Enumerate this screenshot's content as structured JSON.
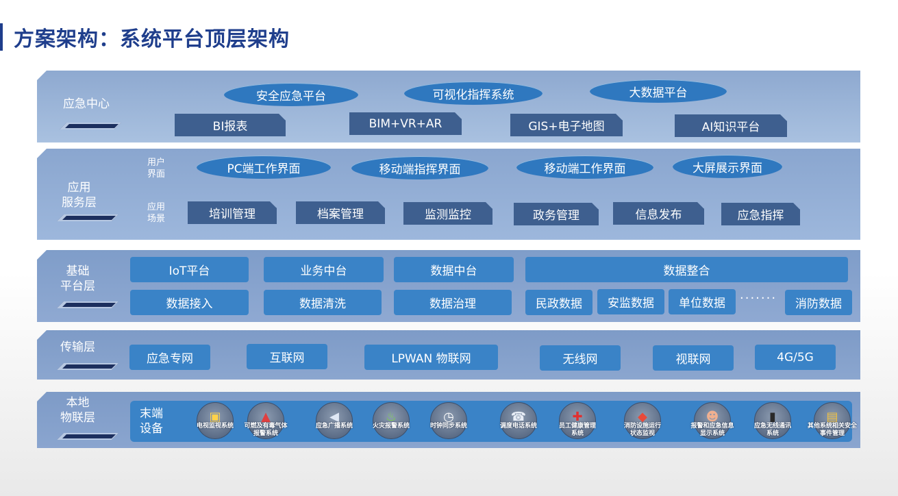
{
  "title": "方案架构：系统平台顶层架构",
  "layers": {
    "emergency_center": {
      "name": "应急中心",
      "platforms": [
        "安全应急平台",
        "可视化指挥系统",
        "大数据平台"
      ],
      "modules": [
        "BI报表",
        "BIM+VR+AR",
        "GIS+电子地图",
        "AI知识平台"
      ]
    },
    "application": {
      "name_line1": "应用",
      "name_line2": "服务层",
      "ui_label_1": "用户",
      "ui_label_2": "界面",
      "scene_label_1": "应用",
      "scene_label_2": "场景",
      "interfaces": [
        "PC端工作界面",
        "移动端指挥界面",
        "移动端工作界面",
        "大屏展示界面"
      ],
      "scenes": [
        "培训管理",
        "档案管理",
        "监测监控",
        "政务管理",
        "信息发布",
        "应急指挥"
      ]
    },
    "foundation": {
      "name_line1": "基础",
      "name_line2": "平台层",
      "top": [
        "IoT平台",
        "业务中台",
        "数据中台",
        "数据整合"
      ],
      "bottom": [
        "数据接入",
        "数据清洗",
        "数据治理"
      ],
      "data_sources": [
        "民政数据",
        "安监数据",
        "单位数据",
        "消防数据"
      ],
      "ellipsis": "·······"
    },
    "transport": {
      "name": "传输层",
      "networks": [
        "应急专网",
        "互联网",
        "LPWAN 物联网",
        "无线网",
        "视联网",
        "4G/5G"
      ]
    },
    "iot": {
      "name_line1": "本地",
      "name_line2": "物联层",
      "panel_line1": "末端",
      "panel_line2": "设备",
      "devices": [
        {
          "icon": "tv-monitor-icon",
          "glyph": "▣",
          "line1": "电视监视系统",
          "line2": ""
        },
        {
          "icon": "gas-alarm-icon",
          "glyph": "▲",
          "line1": "可燃及有毒气体",
          "line2": "报警系统"
        },
        {
          "icon": "broadcast-speaker-icon",
          "glyph": "◀",
          "line1": "应急广播系统",
          "line2": ""
        },
        {
          "icon": "fire-alarm-icon",
          "glyph": "♨",
          "line1": "火灾报警系统",
          "line2": ""
        },
        {
          "icon": "clock-icon",
          "glyph": "◷",
          "line1": "时钟同步系统",
          "line2": ""
        },
        {
          "icon": "phone-icon",
          "glyph": "☎",
          "line1": "调度电话系统",
          "line2": ""
        },
        {
          "icon": "health-kit-icon",
          "glyph": "✚",
          "line1": "员工健康管理",
          "line2": "系统"
        },
        {
          "icon": "fire-extinguisher-icon",
          "glyph": "◆",
          "line1": "消防设施运行",
          "line2": "状态监视"
        },
        {
          "icon": "alert-people-icon",
          "glyph": "☻",
          "line1": "报警和应急信息",
          "line2": "显示系统"
        },
        {
          "icon": "radio-icon",
          "glyph": "▮",
          "line1": "应急无线通讯",
          "line2": "系统"
        },
        {
          "icon": "folder-icon",
          "glyph": "▤",
          "line1": "其他系统相关安全",
          "line2": "事件管理"
        }
      ]
    }
  },
  "colors": {
    "title": "#1f3e8c",
    "ellipse": "#2f78bf",
    "dark_box": "#3e5f8f",
    "blue_box": "#3a83c7"
  }
}
